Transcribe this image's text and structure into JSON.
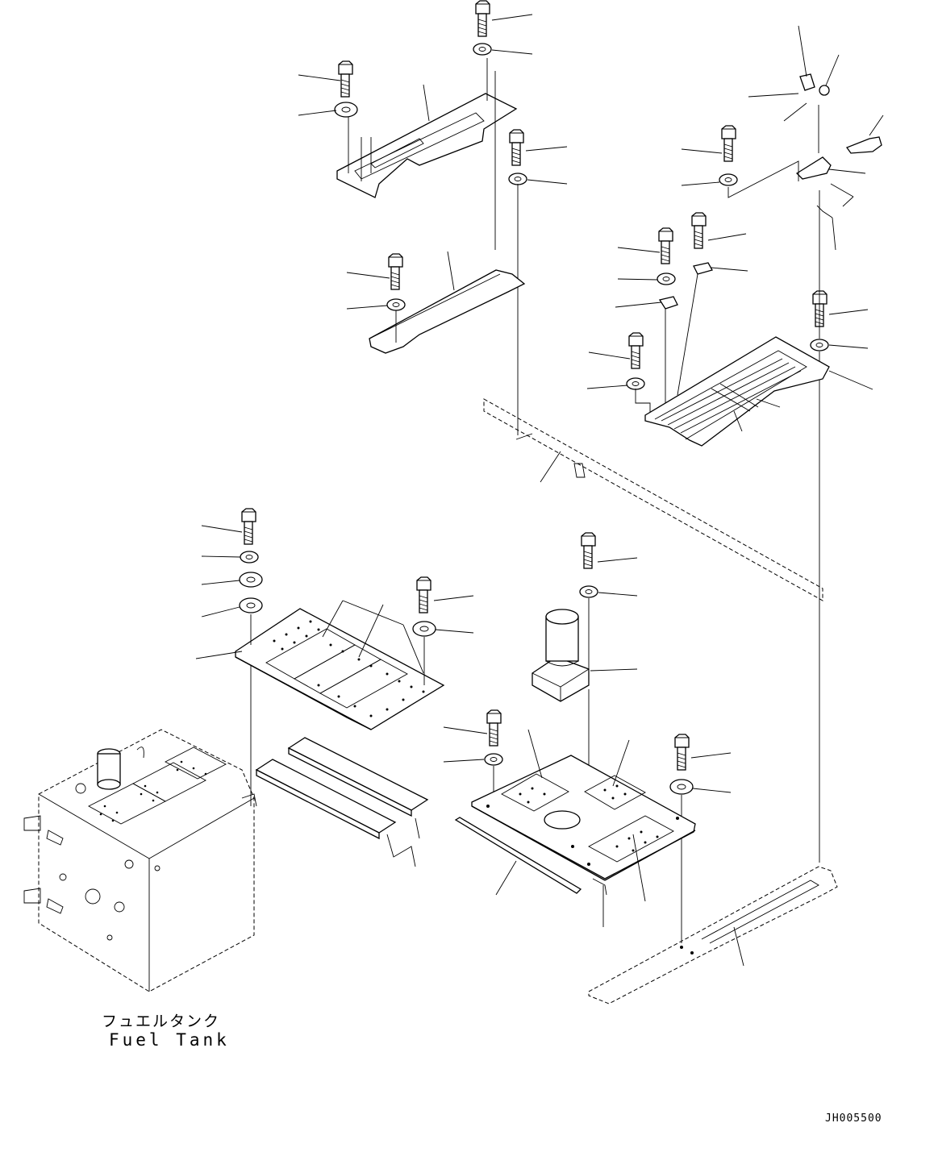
{
  "fuel_tank_label": {
    "japanese": "フュエルタンク",
    "english": "Fuel Tank"
  },
  "drawing_id": "JH005500"
}
